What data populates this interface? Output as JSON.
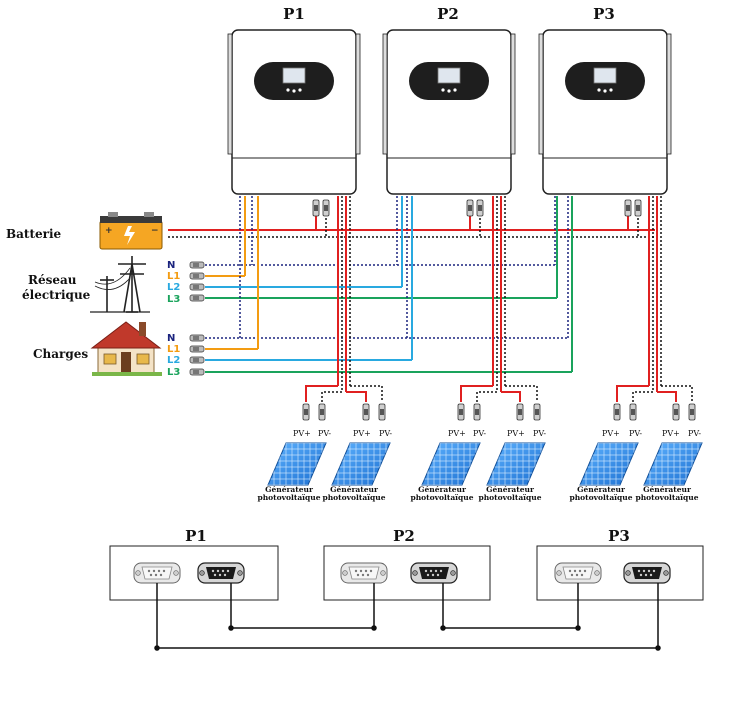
{
  "inverters": [
    {
      "label": "P1"
    },
    {
      "label": "P2"
    },
    {
      "label": "P3"
    }
  ],
  "sources": {
    "battery_label": "Batterie",
    "grid_label_line1": "Réseau",
    "grid_label_line2": "électrique",
    "loads_label": "Charges"
  },
  "phases": [
    "N",
    "L1",
    "L2",
    "L3"
  ],
  "phase_colors": {
    "N": "#1a237e",
    "L1": "#f39c12",
    "L2": "#29a9e0",
    "L3": "#1aa35c"
  },
  "wire_colors": {
    "battery_pos": "#e02020",
    "battery_neg": "#111111"
  },
  "pv": {
    "plus_label": "PV+",
    "minus_label": "PV-",
    "generator_line1": "Générateur",
    "generator_line2": "photovoltaïque"
  },
  "comm_panels": [
    {
      "label": "P1"
    },
    {
      "label": "P2"
    },
    {
      "label": "P3"
    }
  ]
}
